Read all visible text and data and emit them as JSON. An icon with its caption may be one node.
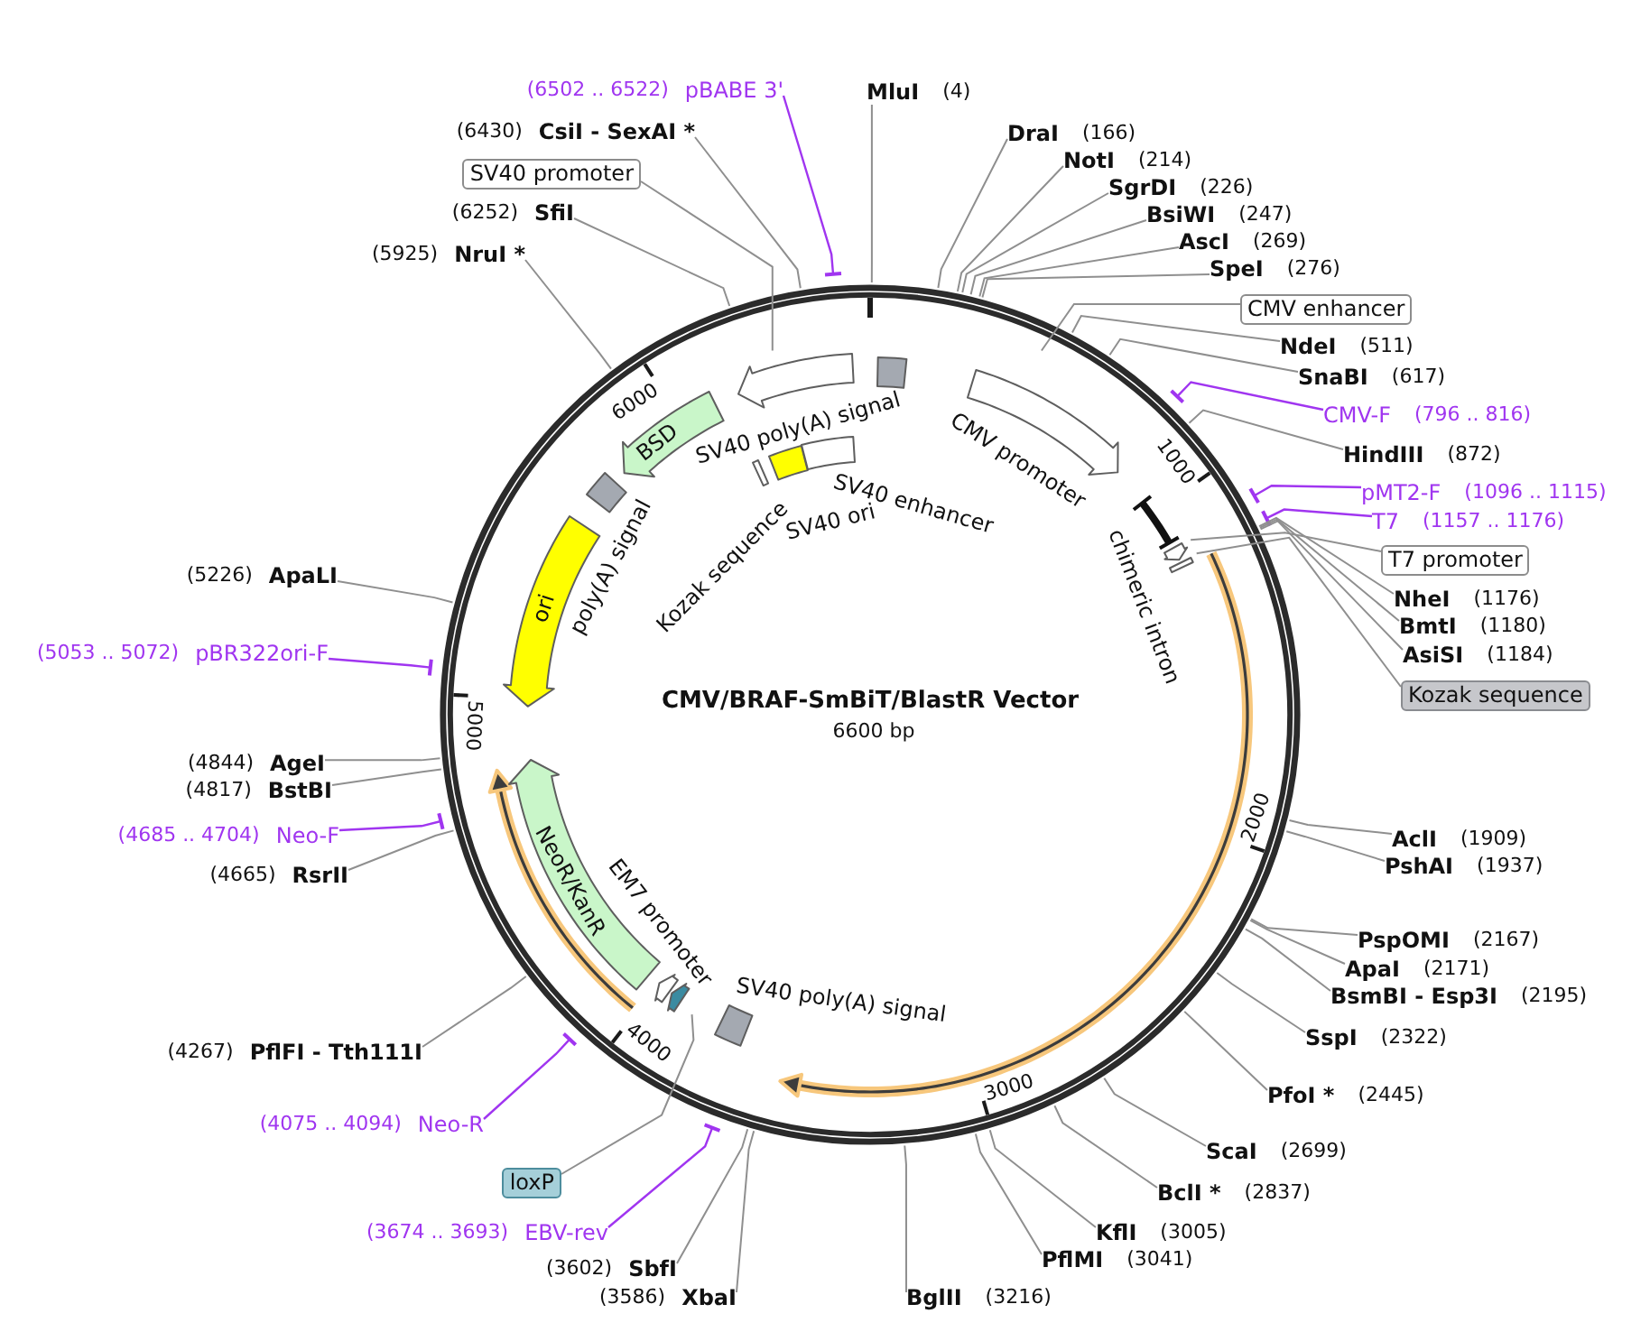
{
  "diagram": {
    "title": "CMV/BRAF-SmBiT/BlastR Vector",
    "nodes": [
      {
        "text": [
          "MluI",
          "(4)"
        ]
      },
      {
        "text": [
          "DraI",
          "(166)"
        ]
      },
      {
        "text": [
          "NotI",
          "(214)"
        ]
      },
      {
        "text": [
          "SgrDI",
          "(226)"
        ]
      },
      {
        "text": [
          "BsiWI",
          "(247)"
        ]
      },
      {
        "text": [
          "AscI",
          "(269)"
        ]
      },
      {
        "text": [
          "SpeI",
          "(276)"
        ]
      },
      {
        "text": [
          "CMV enhancer"
        ]
      },
      {
        "text": [
          "NdeI",
          "(511)"
        ]
      },
      {
        "text": [
          "SnaBI",
          "(617)"
        ]
      },
      {
        "text": [
          "CMV-F",
          "(796 .. 816)"
        ]
      },
      {
        "text": [
          "HindIII",
          "(872)"
        ]
      },
      {
        "text": [
          "pMT2-F",
          "(1096 .. 1115)"
        ]
      },
      {
        "text": [
          "T7",
          "(1157 .. 1176)"
        ]
      },
      {
        "text": [
          "T7 promoter"
        ]
      },
      {
        "text": [
          "NheI",
          "(1176)"
        ]
      },
      {
        "text": [
          "BmtI",
          "(1180)"
        ]
      },
      {
        "text": [
          "AsiSI",
          "(1184)"
        ]
      },
      {
        "text": [
          "Kozak sequence"
        ]
      },
      {
        "text": [
          "AclI",
          "(1909)"
        ]
      },
      {
        "text": [
          "PshAI",
          "(1937)"
        ]
      },
      {
        "text": [
          "PspOMI",
          "(2167)"
        ]
      },
      {
        "text": [
          "ApaI",
          "(2171)"
        ]
      },
      {
        "text": [
          "BsmBI - Esp3I",
          "(2195)"
        ]
      },
      {
        "text": [
          "SspI",
          "(2322)"
        ]
      },
      {
        "text": [
          "PfoI *",
          "(2445)"
        ]
      },
      {
        "text": [
          "ScaI",
          "(2699)"
        ]
      },
      {
        "text": [
          "BclI *",
          "(2837)"
        ]
      },
      {
        "text": [
          "KflI",
          "(3005)"
        ]
      },
      {
        "text": [
          "PflMI",
          "(3041)"
        ]
      },
      {
        "text": [
          "BglII",
          "(3216)"
        ]
      },
      {
        "text": [
          "(3586)",
          "XbaI"
        ]
      },
      {
        "text": [
          "(3602)",
          "SbfI"
        ]
      },
      {
        "text": [
          "(3674 .. 3693)",
          "EBV-rev"
        ]
      },
      {
        "text": [
          "loxP"
        ]
      },
      {
        "text": [
          "(4075 .. 4094)",
          "Neo-R"
        ]
      },
      {
        "text": [
          "(4267)",
          "PflFI - Tth111I"
        ]
      },
      {
        "text": [
          "(4665)",
          "RsrII"
        ]
      },
      {
        "text": [
          "(4685 .. 4704)",
          "Neo-F"
        ]
      },
      {
        "text": [
          "(4817)",
          "BstBI"
        ]
      },
      {
        "text": [
          "(4844)",
          "AgeI"
        ]
      },
      {
        "text": [
          "(5053 .. 5072)",
          "pBR322ori-F"
        ]
      },
      {
        "text": [
          "(5226)",
          "ApaLI"
        ]
      },
      {
        "text": [
          "(5925)",
          "NruI *"
        ]
      },
      {
        "text": [
          "(6252)",
          "SfiI"
        ]
      },
      {
        "text": [
          "SV40 promoter"
        ]
      },
      {
        "text": [
          "(6430)",
          "CsiI - SexAI *"
        ]
      },
      {
        "text": [
          "(6502 .. 6522)",
          "pBABE 3'"
        ]
      },
      {
        "text": [],
        "shape": "box",
        "beside": [
          "SV40 poly(A) signal"
        ]
      },
      {
        "text": [],
        "shape": "arrow",
        "beside": [
          "CMV promoter"
        ]
      },
      {
        "text": [],
        "shape": "bar",
        "beside": [
          "chimeric intron"
        ]
      },
      {
        "text": [],
        "shape": "arrow"
      },
      {
        "text": [],
        "shape": "box"
      },
      {
        "text": [],
        "shape": "box",
        "beside": [
          "SV40 poly(A) signal"
        ]
      },
      {
        "text": [],
        "shape": "arrow"
      },
      {
        "text": [],
        "shape": "arrow",
        "beside": [
          "EM7 promoter"
        ]
      },
      {
        "text": [
          "NeoR/KanR"
        ]
      },
      {
        "text": [
          "ori"
        ]
      },
      {
        "text": [],
        "shape": "box",
        "beside": [
          "poly(A) signal"
        ]
      },
      {
        "text": [
          "BSD"
        ]
      },
      {
        "text": [],
        "shape": "bar",
        "beside": [
          "Kozak sequence"
        ]
      },
      {
        "text": [],
        "shape": "arrow"
      },
      {
        "text": [],
        "shape": "box",
        "beside": [
          "SV40 ori"
        ]
      },
      {
        "text": [],
        "shape": "box",
        "beside": [
          "SV40 enhancer"
        ]
      }
    ],
    "edges": [
      {
        "from": 0,
        "to": null,
        "arrow": "none"
      },
      {
        "from": 1,
        "to": null,
        "arrow": "none"
      },
      {
        "from": 2,
        "to": null,
        "arrow": "none"
      },
      {
        "from": 3,
        "to": null,
        "arrow": "none"
      },
      {
        "from": 4,
        "to": null,
        "arrow": "none"
      },
      {
        "from": 5,
        "to": null,
        "arrow": "none"
      },
      {
        "from": 6,
        "to": null,
        "arrow": "none"
      },
      {
        "from": 7,
        "to": null,
        "arrow": "none"
      },
      {
        "from": 8,
        "to": null,
        "arrow": "none"
      },
      {
        "from": 9,
        "to": null,
        "arrow": "none"
      },
      {
        "from": 10,
        "to": null,
        "arrow": "other",
        "color": "#a035f0"
      },
      {
        "from": 11,
        "to": null,
        "arrow": "none"
      },
      {
        "from": 12,
        "to": null,
        "arrow": "other",
        "color": "#a035f0"
      },
      {
        "from": 13,
        "to": null,
        "arrow": "other",
        "color": "#a035f0"
      },
      {
        "from": 14,
        "to": 51,
        "arrow": "none"
      },
      {
        "from": 15,
        "to": null,
        "arrow": "none"
      },
      {
        "from": 16,
        "to": null,
        "arrow": "none"
      },
      {
        "from": 17,
        "to": null,
        "arrow": "none"
      },
      {
        "from": 18,
        "to": 52,
        "arrow": "none"
      },
      {
        "from": 19,
        "to": null,
        "arrow": "none"
      },
      {
        "from": 20,
        "to": null,
        "arrow": "none"
      },
      {
        "from": 21,
        "to": null,
        "arrow": "none"
      },
      {
        "from": 22,
        "to": null,
        "arrow": "none"
      },
      {
        "from": 23,
        "to": null,
        "arrow": "none"
      },
      {
        "from": 24,
        "to": null,
        "arrow": "none"
      },
      {
        "from": 25,
        "to": null,
        "arrow": "none"
      },
      {
        "from": 26,
        "to": null,
        "arrow": "none"
      },
      {
        "from": 27,
        "to": null,
        "arrow": "none"
      },
      {
        "from": 28,
        "to": null,
        "arrow": "none"
      },
      {
        "from": 29,
        "to": null,
        "arrow": "none"
      },
      {
        "from": 30,
        "to": null,
        "arrow": "none"
      },
      {
        "from": 31,
        "to": null,
        "arrow": "none"
      },
      {
        "from": 32,
        "to": null,
        "arrow": "none"
      },
      {
        "from": 33,
        "to": null,
        "arrow": "other",
        "color": "#a035f0"
      },
      {
        "from": 34,
        "to": 54,
        "arrow": "none"
      },
      {
        "from": 35,
        "to": null,
        "arrow": "other",
        "color": "#a035f0"
      },
      {
        "from": 36,
        "to": null,
        "arrow": "none"
      },
      {
        "from": 37,
        "to": null,
        "arrow": "none"
      },
      {
        "from": 38,
        "to": null,
        "arrow": "other",
        "color": "#a035f0"
      },
      {
        "from": 39,
        "to": null,
        "arrow": "none"
      },
      {
        "from": 40,
        "to": null,
        "arrow": "none"
      },
      {
        "from": 41,
        "to": null,
        "arrow": "other",
        "color": "#a035f0"
      },
      {
        "from": 42,
        "to": null,
        "arrow": "none"
      },
      {
        "from": 43,
        "to": null,
        "arrow": "none"
      },
      {
        "from": 44,
        "to": null,
        "arrow": "none"
      },
      {
        "from": 45,
        "to": 61,
        "arrow": "none"
      },
      {
        "from": 46,
        "to": null,
        "arrow": "none"
      },
      {
        "from": 47,
        "to": null,
        "arrow": "other",
        "color": "#a035f0"
      }
    ],
    "labels": [
      "1000",
      "2000",
      "3000",
      "4000",
      "5000",
      "6000",
      "6600 bp"
    ]
  }
}
